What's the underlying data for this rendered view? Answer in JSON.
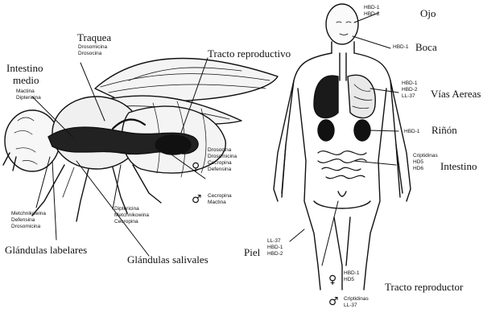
{
  "fly": {
    "traquea": {
      "title": "Traquea",
      "items": [
        "Drosomicina",
        "Drosocina"
      ]
    },
    "intestino_medio": {
      "title_line1": "Intestino",
      "title_line2": "medio",
      "items": [
        "Mactina",
        "Diptericina"
      ]
    },
    "tracto_reproductivo": {
      "title": "Tracto reproductivo"
    },
    "female_list": [
      "Drosocina",
      "Drosomicina",
      "Cecropina",
      "Defensina"
    ],
    "male_list": [
      "Cecropina",
      "Mactina"
    ],
    "metchnikowina_list": [
      "Metchnikowina",
      "Defensina",
      "Drosomicina"
    ],
    "salival_list": [
      "Diptericina",
      "Metchnikowina",
      "Cecropina"
    ],
    "glandulas_labelares": "Glándulas labelares",
    "glandulas_salivales": "Glándulas salivales"
  },
  "human": {
    "ojo": {
      "items": [
        "HBD-1",
        "HBD-2"
      ],
      "title": "Ojo"
    },
    "boca": {
      "item": "HBD-1",
      "title": "Boca"
    },
    "vias": {
      "items": [
        "HBD-1",
        "HBD-2",
        "LL-37"
      ],
      "title": "Vías Aereas"
    },
    "rinon": {
      "item": "HBD-1",
      "title": "Riñón"
    },
    "intestino": {
      "items": [
        "Criptidinas",
        "HD5",
        "HD6"
      ],
      "title": "Intestino"
    },
    "piel": {
      "title": "Piel",
      "items": [
        "LL-37",
        "HBD-1",
        "HBD-2"
      ]
    },
    "tracto": {
      "female_list": [
        "HBD-1",
        "HD5"
      ],
      "title": "Tracto reproductor",
      "male_list": [
        "Criptidinas",
        "LL-37"
      ]
    }
  },
  "symbols": {
    "female": "♀",
    "male": "♂"
  }
}
